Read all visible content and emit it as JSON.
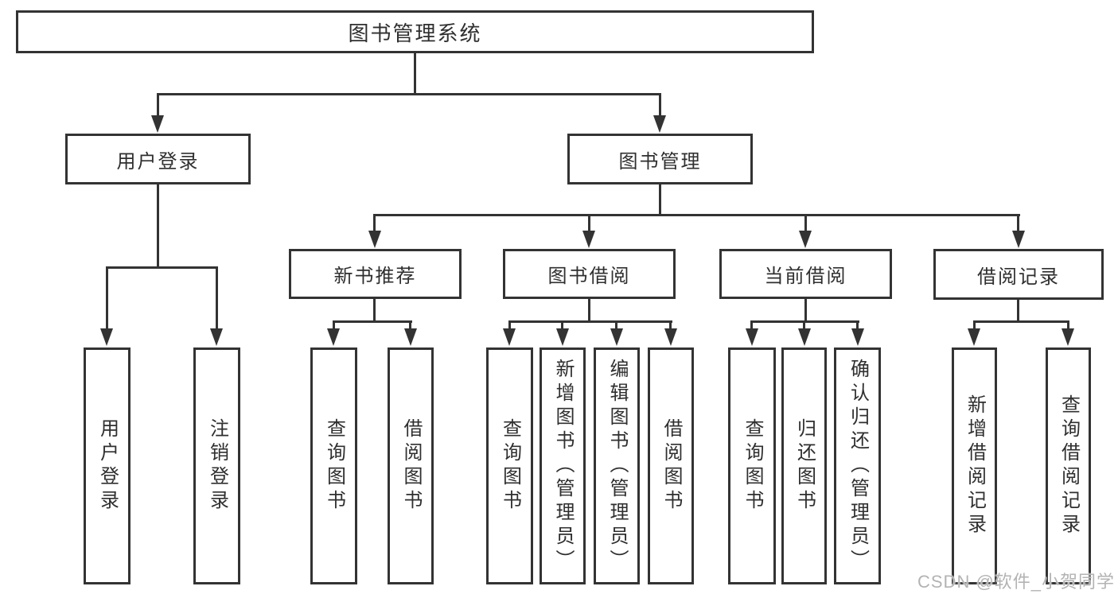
{
  "title": {
    "label": "图书管理系统"
  },
  "branches": {
    "user_login": {
      "label": "用户登录",
      "children": [
        "用户登录",
        "注销登录"
      ]
    },
    "book_mgmt": {
      "label": "图书管理"
    },
    "new_books": {
      "label": "新书推荐",
      "children": [
        "查询图书",
        "借阅图书"
      ]
    },
    "borrow": {
      "label": "图书借阅",
      "children": [
        "查询图书",
        "新增图书（管理员）",
        "编辑图书（管理员）",
        "借阅图书"
      ]
    },
    "current": {
      "label": "当前借阅",
      "children": [
        "查询图书",
        "归还图书",
        "确认归还（管理员）"
      ]
    },
    "records": {
      "label": "借阅记录",
      "children": [
        "新增借阅记录",
        "查询借阅记录"
      ]
    }
  },
  "watermark": {
    "text": "CSDN @软件_小贺同学"
  },
  "colors": {
    "line": "#333333",
    "box_border": "#333333",
    "text": "#2f2f2f",
    "watermark": "#b3b3b3",
    "background": "#ffffff"
  }
}
